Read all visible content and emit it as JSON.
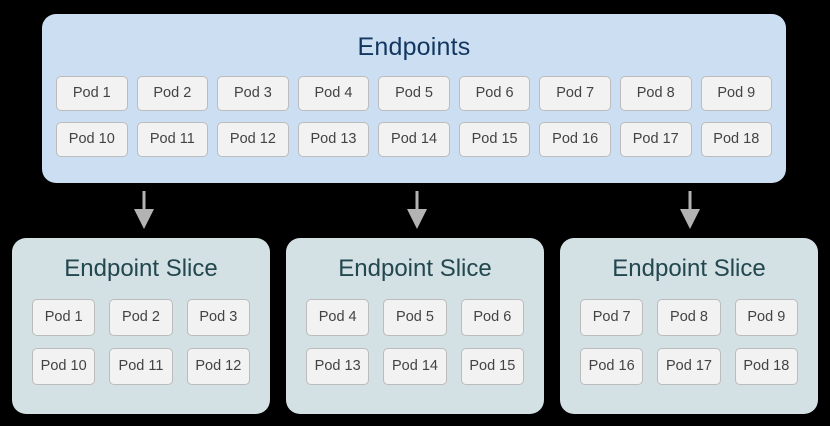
{
  "colors": {
    "page_background": "#000000",
    "endpoints_panel_background": "#cbdef2",
    "endpoints_title_text": "#12365f",
    "slice_card_background": "#d3e0e4",
    "slice_title_text": "#22474f",
    "pod_chip_background": "#f2f2f2",
    "pod_chip_border": "#bcbcbc",
    "pod_chip_text": "#434343",
    "arrow": "#b3b3b3"
  },
  "endpoints": {
    "title": "Endpoints",
    "rows": [
      [
        "Pod 1",
        "Pod 2",
        "Pod 3",
        "Pod 4",
        "Pod 5",
        "Pod 6",
        "Pod 7",
        "Pod 8",
        "Pod 9"
      ],
      [
        "Pod 10",
        "Pod 11",
        "Pod 12",
        "Pod 13",
        "Pod 14",
        "Pod 15",
        "Pod 16",
        "Pod 17",
        "Pod 18"
      ]
    ]
  },
  "arrows": {
    "icon": "arrow-down-icon",
    "count": 3
  },
  "slices": [
    {
      "title": "Endpoint Slice",
      "rows": [
        [
          "Pod 1",
          "Pod 2",
          "Pod 3"
        ],
        [
          "Pod 10",
          "Pod 11",
          "Pod 12"
        ]
      ]
    },
    {
      "title": "Endpoint Slice",
      "rows": [
        [
          "Pod 4",
          "Pod 5",
          "Pod 6"
        ],
        [
          "Pod 13",
          "Pod 14",
          "Pod 15"
        ]
      ]
    },
    {
      "title": "Endpoint Slice",
      "rows": [
        [
          "Pod 7",
          "Pod 8",
          "Pod 9"
        ],
        [
          "Pod 16",
          "Pod 17",
          "Pod 18"
        ]
      ]
    }
  ]
}
